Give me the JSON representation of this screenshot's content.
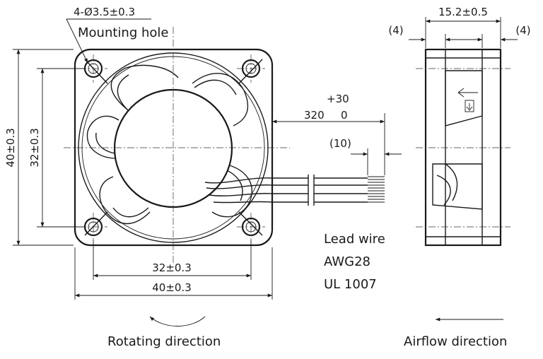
{
  "labels": {
    "hole_spec": "4-Ø3.5±0.3",
    "mounting_hole": "Mounting hole",
    "dim_40_horizontal": "40±0.3",
    "dim_32_horizontal": "32±0.3",
    "dim_40_vertical": "40±0.3",
    "dim_32_vertical": "32±0.3",
    "depth": "15.2±0.5",
    "side_left": "(4)",
    "side_right": "(4)",
    "tol_plus": "+30",
    "wire_length": "320",
    "tol_minus": "0",
    "strip_length": "(10)",
    "lead_wire_1": "Lead wire",
    "lead_wire_2": "AWG28",
    "lead_wire_3": "UL 1007",
    "rotating_direction": "Rotating direction",
    "airflow_direction": "Airflow direction"
  }
}
